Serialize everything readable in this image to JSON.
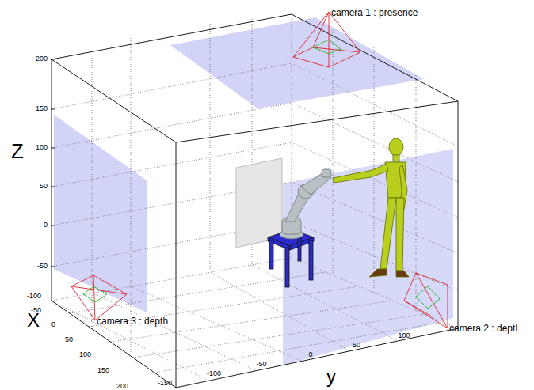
{
  "diagram": {
    "labels": [
      "camera 1 : presence",
      "camera 2 : deptl",
      "camera 3 : depth",
      "Z",
      "200",
      "150",
      "100",
      "50",
      "0",
      "-50",
      "X",
      "-100",
      "-50",
      "0",
      "50",
      "100",
      "150",
      "200",
      "y",
      "-150",
      "-100",
      "-50",
      "0",
      "50",
      "100"
    ]
  }
}
